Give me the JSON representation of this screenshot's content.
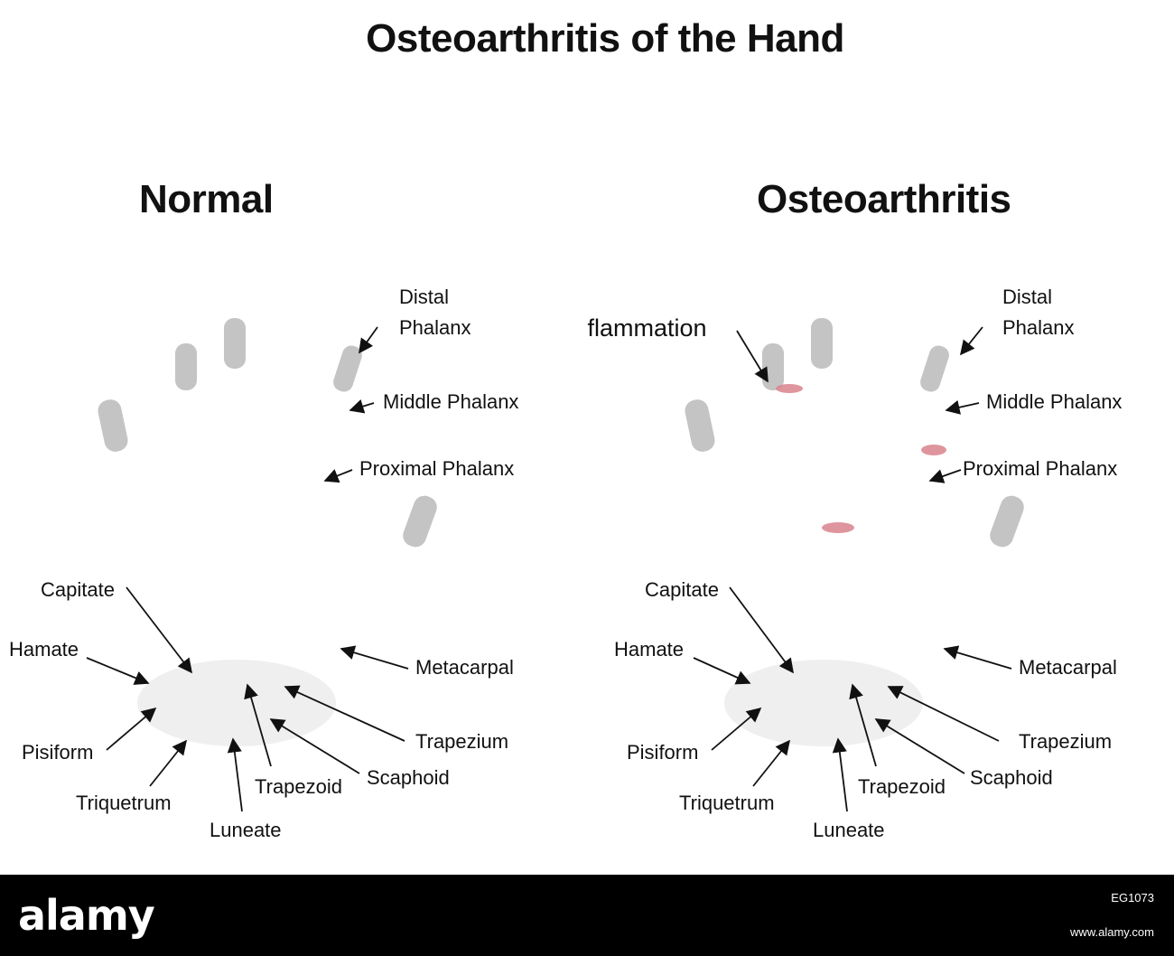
{
  "title": "Osteoarthritis of the Hand",
  "panels": [
    {
      "heading": "Normal",
      "labels": {
        "distal_phalanx_1": "Distal",
        "distal_phalanx_2": "Phalanx",
        "middle_phalanx": "Middle Phalanx",
        "proximal_phalanx": "Proximal Phalanx",
        "capitate": "Capitate",
        "hamate": "Hamate",
        "metacarpal": "Metacarpal",
        "pisiform": "Pisiform",
        "trapezium": "Trapezium",
        "triquetrum": "Triquetrum",
        "trapezoid": "Trapezoid",
        "scaphoid": "Scaphoid",
        "luneate": "Luneate"
      }
    },
    {
      "heading": "Osteoarthritis",
      "labels": {
        "inflammation": "Inflammation",
        "distal_phalanx_1": "Distal",
        "distal_phalanx_2": "Phalanx",
        "middle_phalanx": "Middle Phalanx",
        "proximal_phalanx": "Proximal Phalanx",
        "capitate": "Capitate",
        "hamate": "Hamate",
        "metacarpal": "Metacarpal",
        "pisiform": "Pisiform",
        "trapezium": "Trapezium",
        "triquetrum": "Triquetrum",
        "trapezoid": "Trapezoid",
        "scaphoid": "Scaphoid",
        "luneate": "Luneate"
      }
    }
  ],
  "colors": {
    "bone": "#dcdcdc",
    "bone_shadow": "#b4b4b4",
    "inflammation": "#d9828c",
    "footer": "#000000"
  },
  "footer": {
    "logo": "alamy",
    "image_id": "EG1073",
    "url": "www.alamy.com"
  }
}
